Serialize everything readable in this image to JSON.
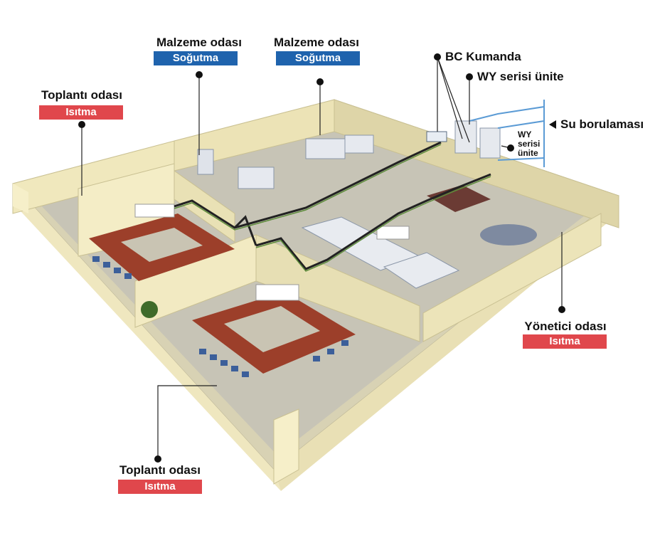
{
  "rooms": [
    {
      "id": "meeting-top",
      "name": "Toplantı odası",
      "mode": "Isıtma",
      "mode_type": "heat"
    },
    {
      "id": "material-1",
      "name": "Malzeme odası",
      "mode": "Soğutma",
      "mode_type": "cool"
    },
    {
      "id": "material-2",
      "name": "Malzeme odası",
      "mode": "Soğutma",
      "mode_type": "cool"
    },
    {
      "id": "manager",
      "name": "Yönetici odası",
      "mode": "Isıtma",
      "mode_type": "heat"
    },
    {
      "id": "meeting-bottom",
      "name": "Toplantı odası",
      "mode": "Isıtma",
      "mode_type": "heat"
    }
  ],
  "equipment": {
    "bc_controller": "BC Kumanda",
    "wy_unit": "WY serisi ünite",
    "wy_unit_small": [
      "WY",
      "serisi",
      "ünite"
    ],
    "water_piping": "Su borulaması"
  },
  "colors": {
    "heat": "#e0474c",
    "cool": "#1f63ad",
    "water_line": "#5b9bd5",
    "wall": "#f3edc0",
    "floor": "#c9c7b8",
    "carpet": "#a3402a"
  }
}
